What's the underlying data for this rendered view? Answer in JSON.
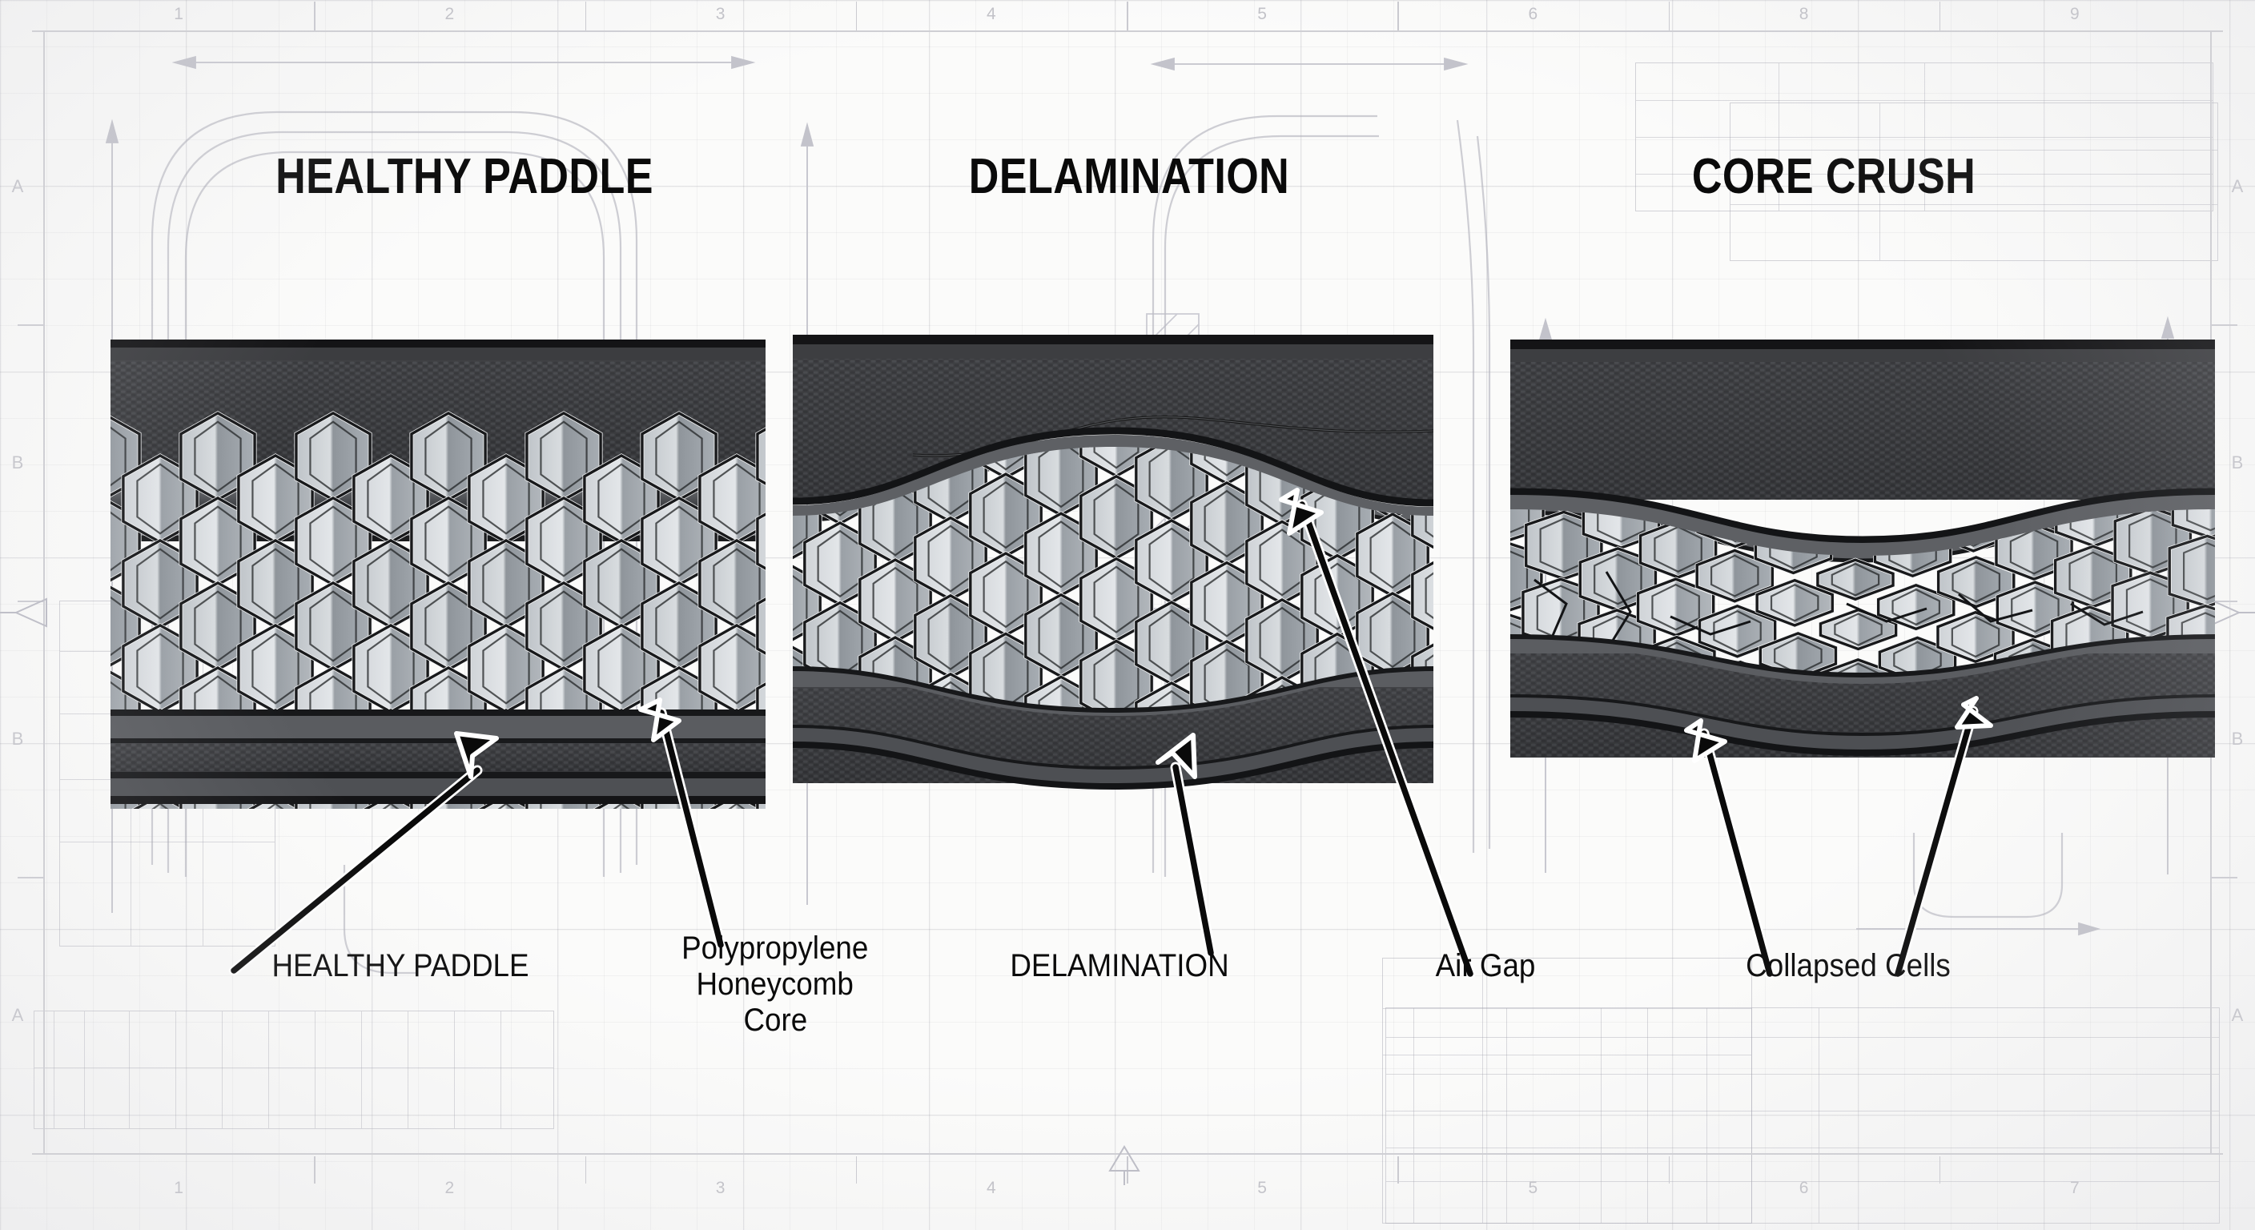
{
  "figure": {
    "kind": "engineering-cross-section-diagram",
    "subject": "Pickleball paddle composite cross-sections"
  },
  "panels": [
    {
      "id": "healthy",
      "title": "HEALTHY PADDLE",
      "state": "intact"
    },
    {
      "id": "delamination",
      "title": "DELAMINATION",
      "state": "face-sheet separated from core"
    },
    {
      "id": "core-crush",
      "title": "CORE CRUSH",
      "state": "honeycomb cells collapsed"
    }
  ],
  "callouts": [
    {
      "id": "healthy-paddle",
      "text": "HEALTHY PADDLE",
      "case": "upper"
    },
    {
      "id": "honeycomb-core",
      "line1": "Polypropylene",
      "line2": "Honeycomb",
      "line3": "Core",
      "case": "title"
    },
    {
      "id": "delamination",
      "text": "DELAMINATION",
      "case": "upper"
    },
    {
      "id": "air-gap",
      "text": "Air Gap",
      "case": "title"
    },
    {
      "id": "collapsed-cells",
      "text": "Collapsed Cells",
      "case": "title"
    }
  ],
  "rulers": {
    "top": [
      "1",
      "2",
      "3",
      "4",
      "5",
      "6",
      "8",
      "9"
    ],
    "bottom": [
      "1",
      "2",
      "3",
      "4",
      "5",
      "5",
      "6",
      "7"
    ],
    "left": [
      "A",
      "B",
      "B",
      "A"
    ],
    "right": [
      "A",
      "B",
      "B",
      "A"
    ]
  },
  "colors": {
    "paper": "#fbfbfa",
    "grid": "#8c8c96",
    "frame": "#cfcfd4",
    "carbon_face": "#3a3b3d",
    "carbon_face_dark": "#232426",
    "adhesive": "#4a4b4e",
    "core_wall": "#1b1c1e",
    "core_cell_light": "#d4d7da",
    "core_cell_mid": "#a9aeb3",
    "core_cell_dark": "#8d9297",
    "ink": "#0b0b0b",
    "arrow_outline": "#ffffff"
  }
}
